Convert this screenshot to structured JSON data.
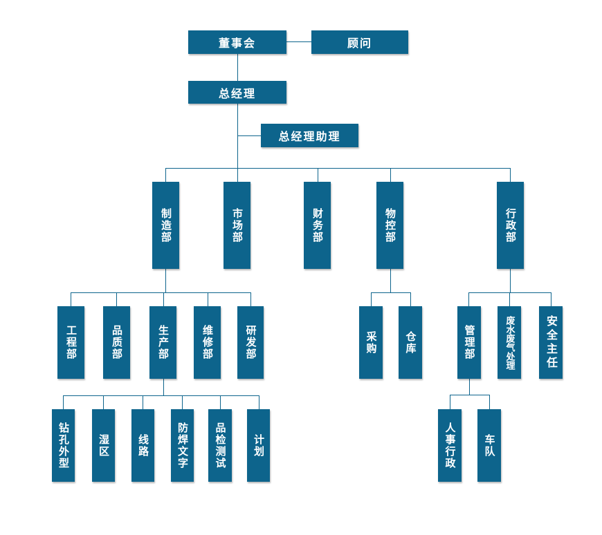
{
  "diagram": {
    "type": "org-chart",
    "colors": {
      "node_fill": "#0d648c",
      "connector": "#0d648c",
      "text": "#ffffff",
      "background": "#ffffff"
    },
    "nodes": {
      "board": "董事会",
      "advisor": "顾问",
      "gm": "总经理",
      "gm_assistant": "总经理助理",
      "manufacturing": "制造部",
      "marketing": "市场部",
      "finance": "财务部",
      "material_control": "物控部",
      "admin": "行政部",
      "engineering": "工程部",
      "quality": "品质部",
      "production": "生产部",
      "maintenance": "维修部",
      "rnd": "研发部",
      "drilling_profile": "钻孔外型",
      "wet_area": "湿区",
      "circuit": "线路",
      "solder_mask_text": "防焊文字",
      "inspection_testing": "品检测试",
      "planning": "计划",
      "purchasing": "采购",
      "warehouse": "仓库",
      "management": "管理部",
      "waste_treatment": "废水废气处理",
      "safety_director": "安全主任",
      "hr_admin": "人事行政",
      "fleet": "车队"
    },
    "edges": [
      {
        "from": "board",
        "to": "advisor"
      },
      {
        "from": "board",
        "to": "gm"
      },
      {
        "from": "gm",
        "to": "gm_assistant"
      },
      {
        "from": "gm",
        "to": "manufacturing"
      },
      {
        "from": "gm",
        "to": "marketing"
      },
      {
        "from": "gm",
        "to": "finance"
      },
      {
        "from": "gm",
        "to": "material_control"
      },
      {
        "from": "gm",
        "to": "admin"
      },
      {
        "from": "manufacturing",
        "to": "engineering"
      },
      {
        "from": "manufacturing",
        "to": "quality"
      },
      {
        "from": "manufacturing",
        "to": "production"
      },
      {
        "from": "manufacturing",
        "to": "maintenance"
      },
      {
        "from": "manufacturing",
        "to": "rnd"
      },
      {
        "from": "production",
        "to": "drilling_profile"
      },
      {
        "from": "production",
        "to": "wet_area"
      },
      {
        "from": "production",
        "to": "circuit"
      },
      {
        "from": "production",
        "to": "solder_mask_text"
      },
      {
        "from": "production",
        "to": "inspection_testing"
      },
      {
        "from": "production",
        "to": "planning"
      },
      {
        "from": "material_control",
        "to": "purchasing"
      },
      {
        "from": "material_control",
        "to": "warehouse"
      },
      {
        "from": "admin",
        "to": "management"
      },
      {
        "from": "admin",
        "to": "waste_treatment"
      },
      {
        "from": "admin",
        "to": "safety_director"
      },
      {
        "from": "management",
        "to": "hr_admin"
      },
      {
        "from": "management",
        "to": "fleet"
      }
    ]
  }
}
